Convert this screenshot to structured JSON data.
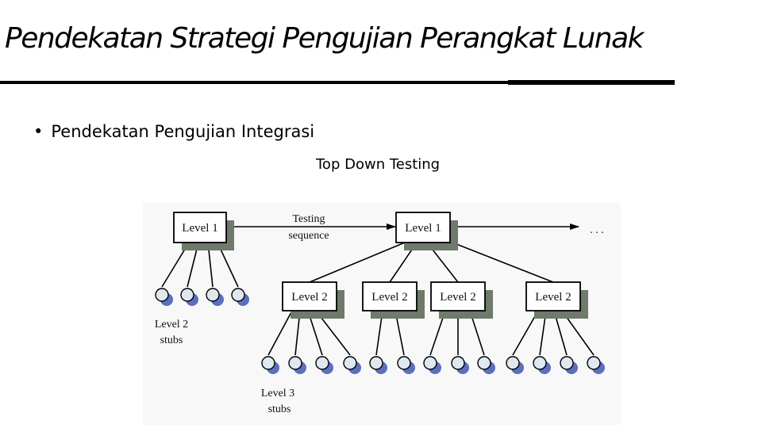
{
  "slide": {
    "title": "Pendekatan Strategi Pengujian Perangkat Lunak",
    "bullet": "Pendekatan Pengujian Integrasi",
    "bullet_symbol": "•",
    "subtitle": "Top Down Testing"
  },
  "diagram": {
    "level1_label": "Level 1",
    "level2_label": "Level 2",
    "testing_label_line1": "Testing",
    "testing_label_line2": "sequence",
    "ellipsis": ". . .",
    "level2_stubs_line1": "Level 2",
    "level2_stubs_line2": "stubs",
    "level3_stubs_line1": "Level 3",
    "level3_stubs_line2": "stubs",
    "colors": {
      "box_fill": "#ffffff",
      "box_shadow": "#6e7a6a",
      "stub_fill": "#dfe8ef",
      "stub_shadow": "#5a6fbf",
      "line": "#000000"
    }
  }
}
